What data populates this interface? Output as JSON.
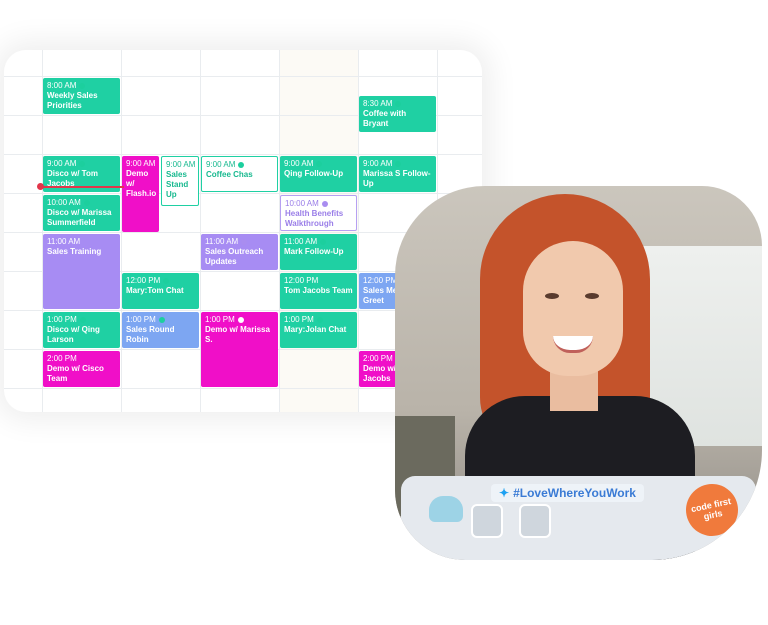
{
  "calendar": {
    "events": [
      {
        "time": "8:00 AM",
        "title": "Weekly Sales Priorities",
        "style": "green",
        "icon": "video-icon"
      },
      {
        "time": "8:30 AM",
        "title": "Coffee with Bryant",
        "style": "green",
        "icon": "video-icon"
      },
      {
        "time": "9:00 AM",
        "title": "Disco w/ Tom Jacobs",
        "style": "green",
        "icon": "video-icon"
      },
      {
        "time": "9:00 AM",
        "title": "Demo w/ Flash.io",
        "style": "pink",
        "icon": ""
      },
      {
        "time": "9:00 AM",
        "title": "Sales Stand Up",
        "style": "outline",
        "icon": ""
      },
      {
        "time": "9:00 AM",
        "title": "Coffee Chas",
        "style": "outline",
        "icon": "video-icon"
      },
      {
        "time": "9:00 AM",
        "title": "Qing Follow-Up",
        "style": "green",
        "icon": "video-icon"
      },
      {
        "time": "9:00 AM",
        "title": "Marissa S Follow-Up",
        "style": "green",
        "icon": "video-icon"
      },
      {
        "time": "10:00 AM",
        "title": "Disco w/ Marissa Summerfield",
        "style": "green",
        "icon": "video-icon"
      },
      {
        "time": "10:00 AM",
        "title": "Health Benefits Walkthrough",
        "style": "outline-v",
        "icon": "video-icon"
      },
      {
        "time": "11:00 AM",
        "title": "Sales Training",
        "style": "violet",
        "icon": ""
      },
      {
        "time": "11:00 AM",
        "title": "Sales Outreach Updates",
        "style": "violet",
        "icon": "video-icon"
      },
      {
        "time": "11:00 AM",
        "title": "Mark Follow-Up",
        "style": "green",
        "icon": "video-icon"
      },
      {
        "time": "12:00 PM",
        "title": "Mary:Tom Chat",
        "style": "green",
        "icon": "video-icon"
      },
      {
        "time": "12:00 PM",
        "title": "Tom Jacobs Team",
        "style": "green",
        "icon": ""
      },
      {
        "time": "12:00 PM",
        "title": "Sales Meet-and-Greet",
        "style": "blue",
        "icon": "video-icon"
      },
      {
        "time": "1:00 PM",
        "title": "Disco w/ Qing Larson",
        "style": "green",
        "icon": "video-icon"
      },
      {
        "time": "1:00 PM",
        "title": "Sales Round Robin",
        "style": "blue",
        "icon": "video-icon"
      },
      {
        "time": "1:00 PM",
        "title": "Demo w/ Marissa S.",
        "style": "pink",
        "icon": "video-icon"
      },
      {
        "time": "1:00 PM",
        "title": "Mary:Jolan Chat",
        "style": "green",
        "icon": "video-icon"
      },
      {
        "time": "2:00 PM",
        "title": "Demo w/ Cisco Team",
        "style": "pink",
        "icon": ""
      },
      {
        "time": "2:00 PM",
        "title": "Demo w/ Tom Jacobs",
        "style": "pink",
        "icon": ""
      }
    ]
  },
  "photo": {
    "hashtag": "#LoveWhereYouWork",
    "sticker_text": "code first girls",
    "bird_icon": "twitter-icon"
  },
  "colors": {
    "green": "#1fd0a3",
    "pink": "#f00fc8",
    "violet": "#a78cf3",
    "blue": "#7da6f2",
    "current_time": "#e2364a"
  }
}
